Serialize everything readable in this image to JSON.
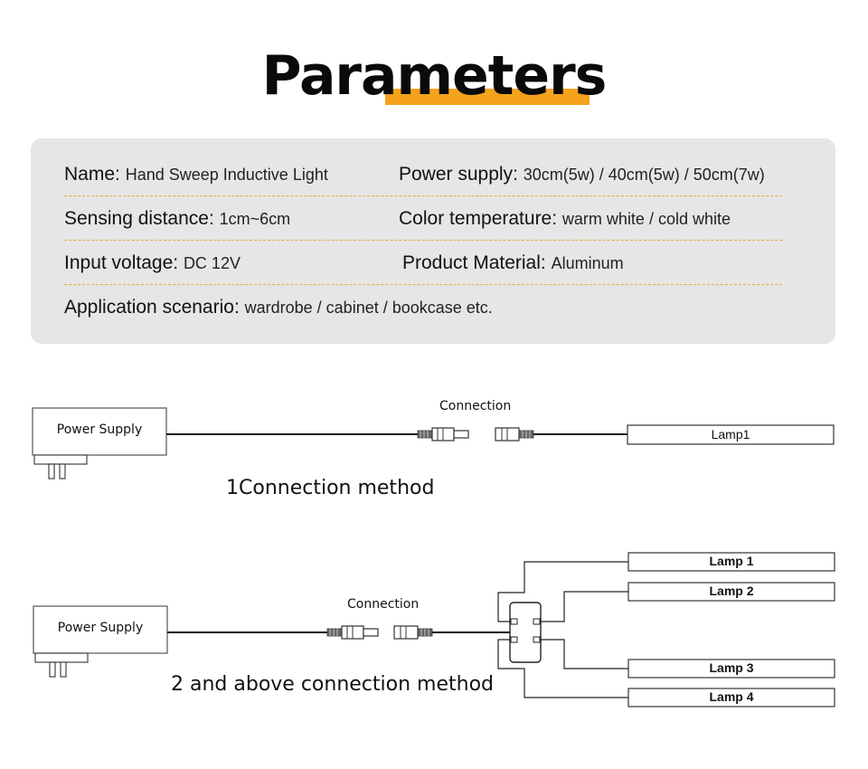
{
  "title": "Parameters",
  "parameters": [
    {
      "label": "Name",
      "value": "Hand Sweep Inductive Light"
    },
    {
      "label": "Power supply",
      "value": "30cm(5w) / 40cm(5w) / 50cm(7w)"
    },
    {
      "label": "Sensing distance",
      "value": "1cm~6cm"
    },
    {
      "label": "Color temperature",
      "value": "warm white / cold white"
    },
    {
      "label": "Input voltage",
      "value": "DC 12V"
    },
    {
      "label": "Product Material",
      "value": "Aluminum"
    },
    {
      "label": "Application scenario",
      "value": "wardrobe / cabinet /  bookcase etc."
    }
  ],
  "diagram1": {
    "power_supply": "Power Supply",
    "connection": "Connection",
    "lamp": "Lamp1",
    "method": "1Connection method"
  },
  "diagram2": {
    "power_supply": "Power Supply",
    "connection": "Connection",
    "lamps": [
      "Lamp 1",
      "Lamp 2",
      "Lamp 3",
      "Lamp 4"
    ],
    "method": "2 and above connection method"
  },
  "colors": {
    "accent": "#f5a21c",
    "panel": "#e6e6e6",
    "divider": "#f0a640"
  }
}
